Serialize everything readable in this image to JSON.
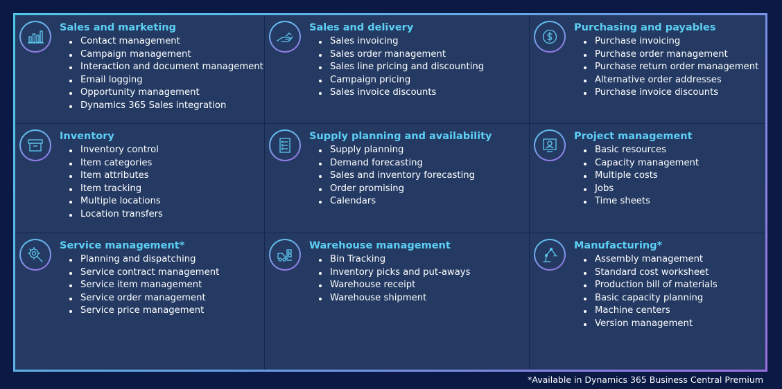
{
  "modules": [
    {
      "title": "Sales and marketing",
      "icon": "bar-chart-icon",
      "items": [
        "Contact management",
        "Campaign management",
        "Interaction and document management",
        "Email logging",
        "Opportunity management",
        "Dynamics 365 Sales integration"
      ]
    },
    {
      "title": "Sales and delivery",
      "icon": "delivery-hand-icon",
      "items": [
        "Sales invoicing",
        "Sales order management",
        "Sales line pricing and discounting",
        "Campaign pricing",
        "Sales invoice discounts"
      ]
    },
    {
      "title": "Purchasing and payables",
      "icon": "dollar-coin-icon",
      "items": [
        "Purchase invoicing",
        "Purchase order management",
        "Purchase return order management",
        "Alternative order addresses",
        "Purchase invoice discounts"
      ]
    },
    {
      "title": "Inventory",
      "icon": "inventory-box-icon",
      "items": [
        "Inventory control",
        "Item categories",
        "Item attributes",
        "Item tracking",
        "Multiple locations",
        "Location transfers"
      ]
    },
    {
      "title": "Supply planning and availability",
      "icon": "checklist-icon",
      "items": [
        "Supply planning",
        "Demand forecasting",
        "Sales and inventory forecasting",
        "Order promising",
        "Calendars"
      ]
    },
    {
      "title": "Project management",
      "icon": "person-board-icon",
      "items": [
        "Basic resources",
        "Capacity management",
        "Multiple costs",
        "Jobs",
        "Time sheets"
      ]
    },
    {
      "title": "Service management*",
      "icon": "gear-search-icon",
      "items": [
        "Planning and dispatching",
        "Service contract management",
        "Service item management",
        "Service order management",
        "Service price management"
      ]
    },
    {
      "title": "Warehouse management",
      "icon": "forklift-icon",
      "items": [
        "Bin Tracking",
        "Inventory picks and put-aways",
        "Warehouse receipt",
        "Warehouse shipment"
      ]
    },
    {
      "title": "Manufacturing*",
      "icon": "robot-arm-icon",
      "items": [
        "Assembly management",
        "Standard cost worksheet",
        "Production bill of materials",
        "Basic capacity planning",
        "Machine centers",
        "Version management"
      ]
    }
  ],
  "footnote": "*Available in Dynamics 365 Business Central Premium",
  "colors": {
    "background": "#0b1a45",
    "panel": "#243a63",
    "title": "#5dcff4",
    "text": "#ffffff",
    "border_start": "#4fc8ea",
    "border_end": "#9b6fe0"
  }
}
